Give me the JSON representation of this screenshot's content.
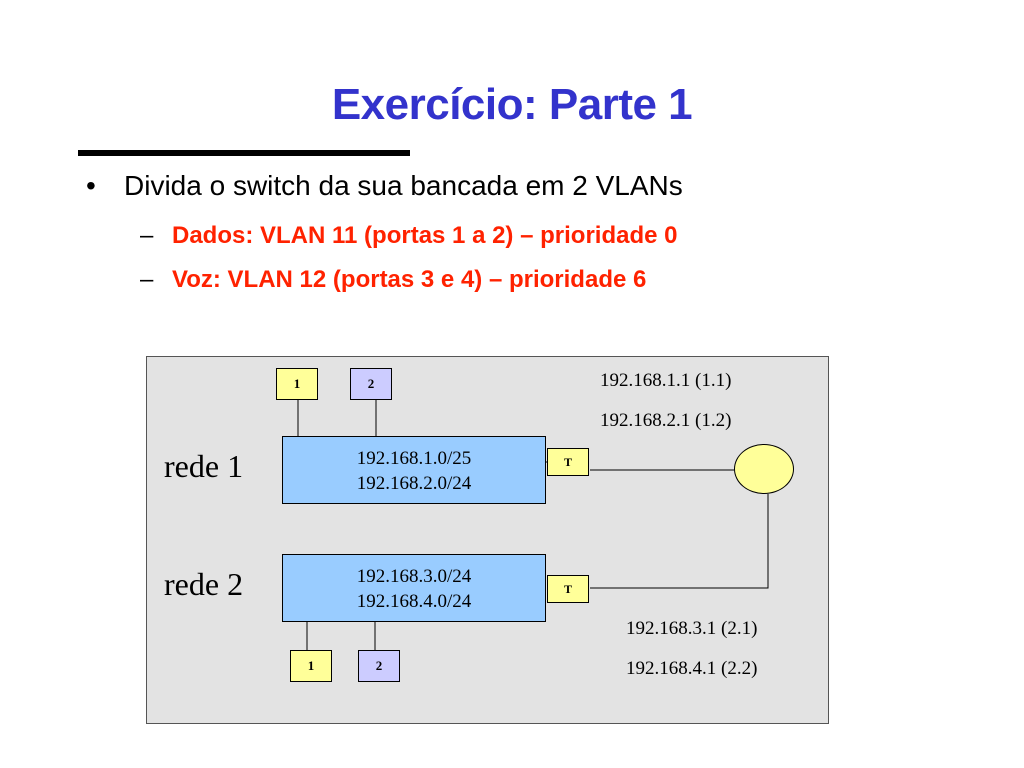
{
  "slide": {
    "title": "Exercício: Parte 1",
    "bullet": "Divida o switch da sua bancada em 2 VLANs",
    "bullet_marker": "•",
    "sub_items": [
      {
        "dash": "–",
        "text": "Dados: VLAN 11 (portas 1 a 2) – prioridade 0"
      },
      {
        "dash": "–",
        "text": "Voz: VLAN 12 (portas 3 e 4) – prioridade 6"
      }
    ]
  },
  "diagram": {
    "rede1": {
      "label": "rede 1",
      "subnets": [
        "192.168.1.0/25",
        "192.168.2.0/24"
      ],
      "ports": [
        "1",
        "2"
      ],
      "trunk": "T"
    },
    "rede2": {
      "label": "rede 2",
      "subnets": [
        "192.168.3.0/24",
        "192.168.4.0/24"
      ],
      "ports": [
        "1",
        "2"
      ],
      "trunk": "T"
    },
    "router_ips_top": [
      "192.168.1.1 (1.1)",
      "192.168.2.1 (1.2)"
    ],
    "router_ips_bottom": [
      "192.168.3.1 (2.1)",
      "192.168.4.1 (2.2)"
    ]
  },
  "colors": {
    "title": "#3333cc",
    "sub_items": "#ff2200",
    "switch_fill": "#99ccff",
    "port_yellow": "#ffff99",
    "port_lilac": "#ccccff",
    "diagram_bg": "#e3e3e3"
  }
}
